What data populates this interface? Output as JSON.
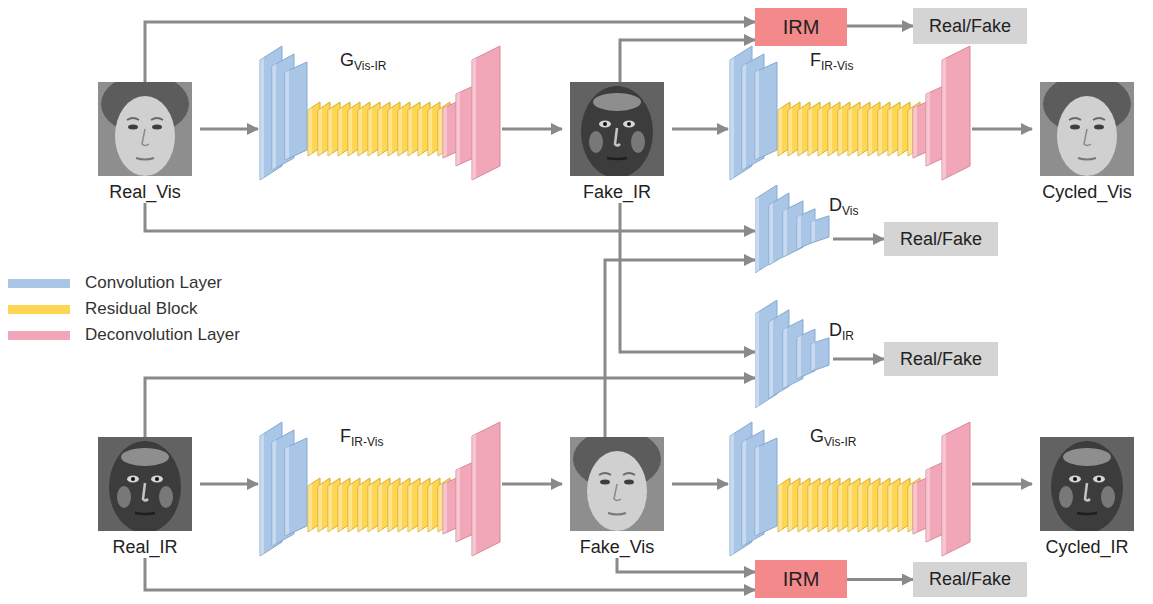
{
  "diagram": {
    "nodes": [
      {
        "text": [
          "IRM"
        ]
      },
      {
        "text": [
          "Real/Fake"
        ]
      },
      {
        "text": [
          "Real_Vis"
        ]
      },
      {
        "text": [
          "G",
          "Vis-IR"
        ]
      },
      {
        "text": [
          "Fake_IR"
        ]
      },
      {
        "text": [
          "F",
          "IR-Vis"
        ]
      },
      {
        "text": [
          "Cycled_Vis"
        ]
      },
      {
        "text": [
          "D",
          "Vis"
        ]
      },
      {
        "text": [
          "Real/Fake"
        ]
      },
      {
        "text": [
          "D",
          "IR"
        ]
      },
      {
        "text": [
          "Real/Fake"
        ]
      },
      {
        "text": [
          "Real_IR"
        ]
      },
      {
        "text": [
          "F",
          "IR-Vis"
        ]
      },
      {
        "text": [
          "Fake_Vis"
        ]
      },
      {
        "text": [
          "G",
          "Vis-IR"
        ]
      },
      {
        "text": [
          "Cycled_IR"
        ]
      },
      {
        "text": [
          "IRM"
        ]
      },
      {
        "text": [
          "Real/Fake"
        ]
      }
    ],
    "edges": [
      {
        "from": 2,
        "to": 0,
        "arrow": "to"
      },
      {
        "from": 4,
        "to": 0,
        "arrow": "to"
      },
      {
        "from": 0,
        "to": 1,
        "arrow": "to"
      },
      {
        "from": 2,
        "to": 3,
        "arrow": "to"
      },
      {
        "from": 3,
        "to": 4,
        "arrow": "to"
      },
      {
        "from": 4,
        "to": 5,
        "arrow": "to"
      },
      {
        "from": 5,
        "to": 6,
        "arrow": "to"
      },
      {
        "from": 2,
        "to": 7,
        "arrow": "to"
      },
      {
        "from": 13,
        "to": 7,
        "arrow": "to"
      },
      {
        "from": 7,
        "to": 8,
        "arrow": "to"
      },
      {
        "from": 4,
        "to": 9,
        "arrow": "to"
      },
      {
        "from": 11,
        "to": 9,
        "arrow": "to"
      },
      {
        "from": 9,
        "to": 10,
        "arrow": "to"
      },
      {
        "from": 11,
        "to": 12,
        "arrow": "to"
      },
      {
        "from": 12,
        "to": 13,
        "arrow": "to"
      },
      {
        "from": 13,
        "to": 14,
        "arrow": "to"
      },
      {
        "from": 14,
        "to": 15,
        "arrow": "to"
      },
      {
        "from": 11,
        "to": 16,
        "arrow": "to"
      },
      {
        "from": 13,
        "to": 16,
        "arrow": "to"
      },
      {
        "from": 16,
        "to": 17,
        "arrow": "to"
      }
    ],
    "legend": [
      {
        "text": "Convolution Layer",
        "color": "#a9c6e6"
      },
      {
        "text": "Residual Block",
        "color": "#fdd654"
      },
      {
        "text": "Deconvolution Layer",
        "color": "#f2a7b8"
      }
    ]
  }
}
